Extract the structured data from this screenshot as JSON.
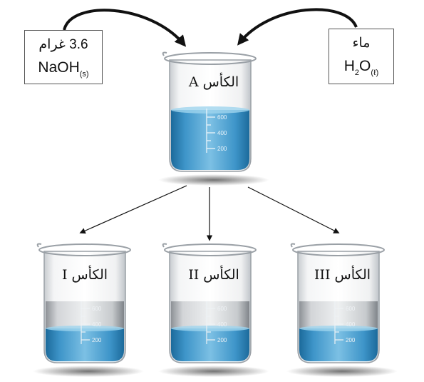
{
  "naoh_box": {
    "mass": "3.6 غرام",
    "formula_main": "NaOH",
    "formula_state": "(s)"
  },
  "water_box": {
    "name": "ماء",
    "h": "H",
    "two": "2",
    "o": "O",
    "state": "(ℓ)"
  },
  "beakers": {
    "a": {
      "label": "الكأس A",
      "ticks": [
        "600",
        "400",
        "200"
      ]
    },
    "i": {
      "label": "الكأس I",
      "ticks": [
        "600",
        "400",
        "200"
      ]
    },
    "ii": {
      "label": "الكأس II",
      "ticks": [
        "600",
        "400",
        "200"
      ]
    },
    "iii": {
      "label": "الكأس III",
      "ticks": [
        "600",
        "400",
        "200"
      ]
    }
  },
  "colors": {
    "liquid": "#3b8fc4",
    "liquid_dark": "#1f6e9f",
    "glass_edge": "#8a9097",
    "arrow": "#111111"
  }
}
